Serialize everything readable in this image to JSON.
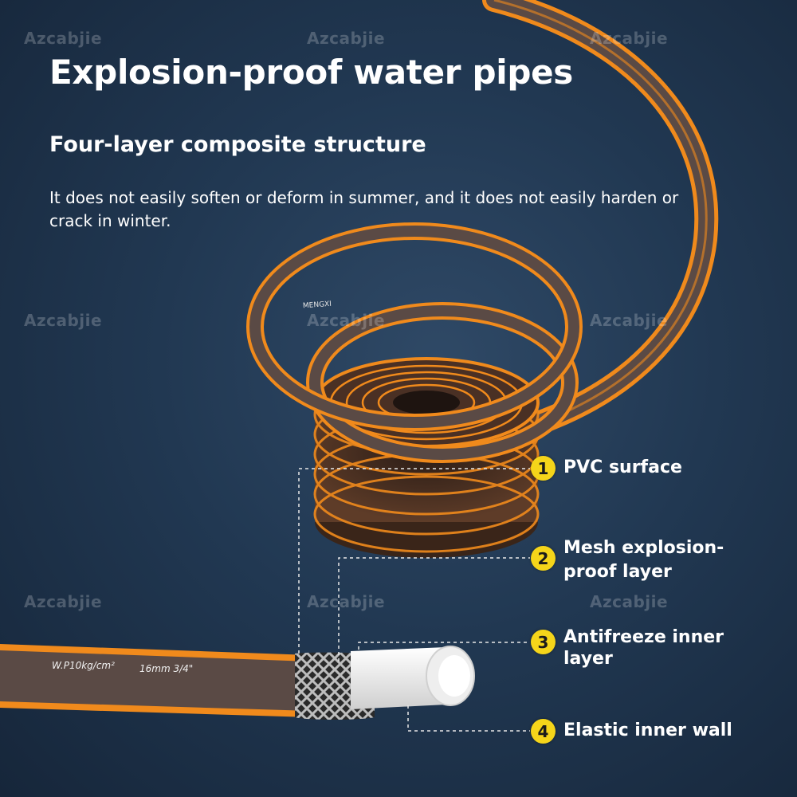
{
  "header": {
    "title": "Explosion-proof water pipes",
    "subtitle": "Four-layer composite structure",
    "description": "It does not easily soften or deform in summer, and it does not easily harden or crack in winter."
  },
  "watermarks": [
    "Azcabjie",
    "Azcabjie",
    "Azcabjie",
    "Azcabjie",
    "Azcabjie",
    "Azcabjie",
    "Azcabjie",
    "Azcabjie",
    "Azcabjie"
  ],
  "hose_print": {
    "brand": "MENGXI",
    "pressure": "W.P10kg/cm²",
    "size": "16mm 3/4\""
  },
  "callouts": [
    {
      "number": "1",
      "label_lines": [
        "PVC surface"
      ]
    },
    {
      "number": "2",
      "label_lines": [
        "Mesh explosion-",
        "proof layer"
      ]
    },
    {
      "number": "3",
      "label_lines": [
        "Antifreeze inner",
        "layer"
      ]
    },
    {
      "number": "4",
      "label_lines": [
        "Elastic inner wall"
      ]
    }
  ],
  "colors": {
    "background": "#213852",
    "hose_body": "#5a4a45",
    "hose_stripe": "#f08a1c",
    "badge": "#f5d51a",
    "inner_wall": "#f2f2f2"
  }
}
